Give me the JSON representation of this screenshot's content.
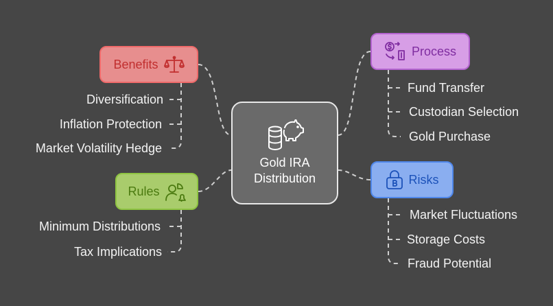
{
  "center": {
    "title_line1": "Gold IRA",
    "title_line2": "Distribution",
    "icon": "piggy-bank-coins-icon"
  },
  "branches": {
    "benefits": {
      "label": "Benefits",
      "icon": "scales-icon",
      "color": "#e78e8e",
      "items": [
        "Diversification",
        "Inflation Protection",
        "Market Volatility Hedge"
      ]
    },
    "process": {
      "label": "Process",
      "icon": "money-exchange-icon",
      "color": "#d79ee6",
      "items": [
        "Fund Transfer",
        "Custodian Selection",
        "Gold Purchase"
      ]
    },
    "rules": {
      "label": "Rules",
      "icon": "person-alert-icon",
      "color": "#a9cc6c",
      "items": [
        "Minimum Distributions",
        "Tax Implications"
      ]
    },
    "risks": {
      "label": "Risks",
      "icon": "padlock-icon",
      "color": "#8aaef0",
      "items": [
        "Market Fluctuations",
        "Storage Costs",
        "Fraud Potential"
      ]
    }
  }
}
